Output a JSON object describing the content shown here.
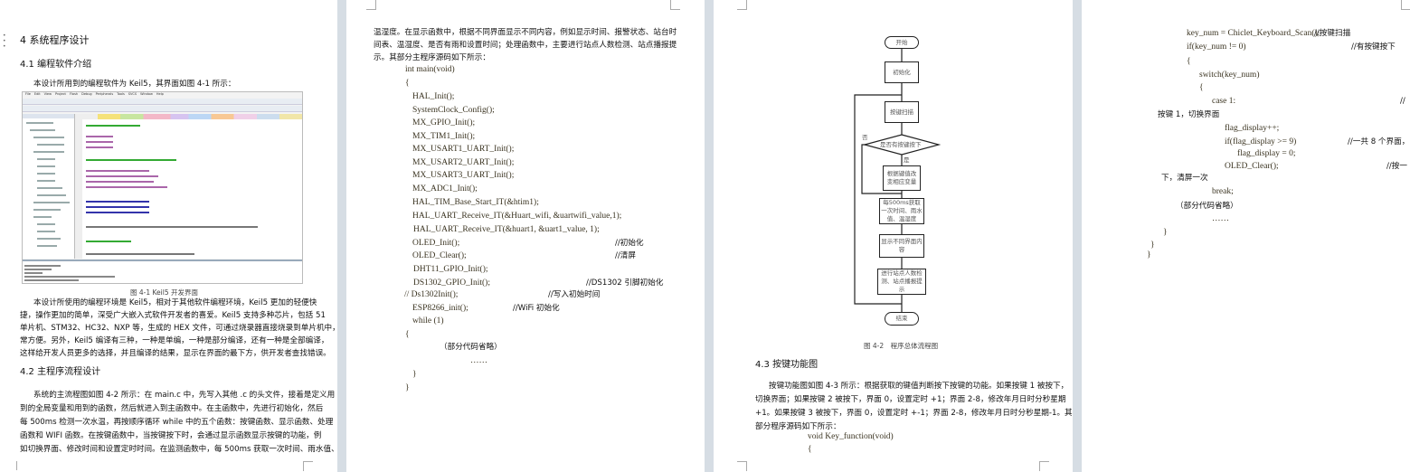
{
  "page1": {
    "chapter_title": "4 系统程序设计",
    "section_41": "4.1 编程软件介绍",
    "intro": "本设计所用到的编程软件为 Keil5，其界面如图 4-1 所示：",
    "figure": {
      "menu": [
        "File",
        "Edit",
        "View",
        "Project",
        "Flash",
        "Debug",
        "Peripherals",
        "Tools",
        "SVCS",
        "Window",
        "Help"
      ],
      "caption": "图 4-1 Keil5 开发界面"
    },
    "para1": [
      "本设计所使用的编程环境是 Keil5，相对于其他软件编程环境，Keil5 更加的轻便快",
      "捷，操作更加的简单，深受广大嵌入式软件开发者的喜爱。Keil5 支持多种芯片，包括 51",
      "单片机、STM32、HC32、NXP 等，生成的 HEX 文件，可通过烧录器直接烧录到单片机中，非",
      "常方便。另外，Keil5 编译有三种，一种是单编，一种是部分编译，还有一种是全部编译，",
      "这样给开发人员更多的选择，并且编译的结果，显示在界面的最下方，供开发者查找错误。"
    ],
    "section_42": "4.2 主程序流程设计",
    "para2": [
      "系统的主流程图如图 4-2 所示：在 main.c 中，先写入其他 .c 的头文件，接着是定义用",
      "到的全局变量和用到的函数，然后就进入到主函数中。在主函数中，先进行初始化，然后",
      "每 500ms 检测一次水温，再按顺序循环 while 中的五个函数：按键函数、显示函数、处理",
      "函数和 WIFI 函数。在按键函数中，当按键按下时，会通过显示函数显示按键的功能，例",
      "如切换界面、修改时间和设置定时时间。在监测函数中，每 500ms 获取一次时间、雨水值、"
    ]
  },
  "page2": {
    "para": [
      "温湿度。在显示函数中，根据不同界面显示不同内容，例如显示时间、报警状态、站台时",
      "间表、温湿度、是否有雨和设置时间；处理函数中，主要进行站点人数检测、站点播报提",
      "示。其部分主程序源码如下所示："
    ],
    "code": [
      {
        "text": "int main(void)",
        "comment": ""
      },
      {
        "text": "{",
        "comment": ""
      },
      {
        "text": "HAL_Init();",
        "comment": ""
      },
      {
        "text": "SystemClock_Config();",
        "comment": ""
      },
      {
        "text": "MX_GPIO_Init();",
        "comment": ""
      },
      {
        "text": "MX_TIM1_Init();",
        "comment": ""
      },
      {
        "text": "MX_USART1_UART_Init();",
        "comment": ""
      },
      {
        "text": "MX_USART2_UART_Init();",
        "comment": ""
      },
      {
        "text": "MX_USART3_UART_Init();",
        "comment": ""
      },
      {
        "text": "MX_ADC1_Init();",
        "comment": ""
      },
      {
        "text": "HAL_TIM_Base_Start_IT(&htim1);",
        "comment": ""
      },
      {
        "text": "HAL_UART_Receive_IT(&Huart_wifi, &uartwifi_value,1);",
        "comment": ""
      },
      {
        "text": "HAL_UART_Receive_IT(&huart1, &uart1_value, 1);",
        "comment": ""
      },
      {
        "text": "OLED_Init();",
        "comment": "//初始化"
      },
      {
        "text": "OLED_Clear();",
        "comment": "//清屏"
      },
      {
        "text": "DHT11_GPIO_Init();",
        "comment": ""
      },
      {
        "text": "DS1302_GPIO_Init();",
        "comment": "//DS1302 引脚初始化"
      },
      {
        "text": "//    Ds1302Init();",
        "comment": "//写入初始时间"
      },
      {
        "text": "ESP8266_init();",
        "comment": "//WiFi 初始化"
      },
      {
        "text": "while (1)",
        "comment": ""
      },
      {
        "text": "{",
        "comment": ""
      },
      {
        "text": "（部分代码省略）",
        "comment": ""
      },
      {
        "text": "……",
        "comment": ""
      },
      {
        "text": "}",
        "comment": ""
      },
      {
        "text": "}",
        "comment": ""
      }
    ]
  },
  "page3": {
    "flow": {
      "start": "开始",
      "init": "初始化",
      "scan": "按键扫描",
      "decision": "是否有按键按下",
      "yes": "是",
      "no": "否",
      "change": "根据键值改变相应变量",
      "sample": "每500ms获取一次时间、雨水值、温湿度",
      "display": "显示不同界面内容",
      "detect": "进行站点人数检测、站点播报提示",
      "end": "结束",
      "caption": "图 4-2　程序总体流程图"
    },
    "section_43": "4.3 按键功能图",
    "para": [
      "按键功能图如图 4-3 所示：根据获取的键值判断按下按键的功能。如果按键 1 被按下，",
      "切换界面；如果按键 2 被按下，界面 0，设置定时 +1；界面 2-8，修改年月日时分秒星期",
      "+1。如果按键 3 被按下，界面 0，设置定时 +-1；界面 2-8，修改年月日时分秒星期-1。其",
      "部分程序源码如下所示："
    ],
    "code": [
      "void Key_function(void)",
      "{"
    ]
  },
  "page4": {
    "code": [
      {
        "text": "key_num = Chiclet_Keyboard_Scan();",
        "comment": "//按键扫描"
      },
      {
        "text": "if(key_num != 0)",
        "comment": "//有按键按下"
      },
      {
        "text": "{",
        "comment": ""
      },
      {
        "text": "switch(key_num)",
        "comment": ""
      },
      {
        "text": "{",
        "comment": ""
      },
      {
        "text": "case 1:",
        "comment": "//"
      },
      {
        "text": "按键 1，切换界面",
        "comment": ""
      },
      {
        "text": "flag_display++;",
        "comment": ""
      },
      {
        "text": "if(flag_display >= 9)",
        "comment": "//一共 8 个界面，"
      },
      {
        "text": "flag_display = 0;",
        "comment": ""
      },
      {
        "text": "OLED_Clear();",
        "comment": "//按一"
      },
      {
        "text": "下，清屏一次",
        "comment": ""
      },
      {
        "text": "break;",
        "comment": ""
      },
      {
        "text": "（部分代码省略）",
        "comment": ""
      },
      {
        "text": "……",
        "comment": ""
      },
      {
        "text": "}",
        "comment": ""
      },
      {
        "text": "}",
        "comment": ""
      },
      {
        "text": "}",
        "comment": ""
      }
    ]
  }
}
